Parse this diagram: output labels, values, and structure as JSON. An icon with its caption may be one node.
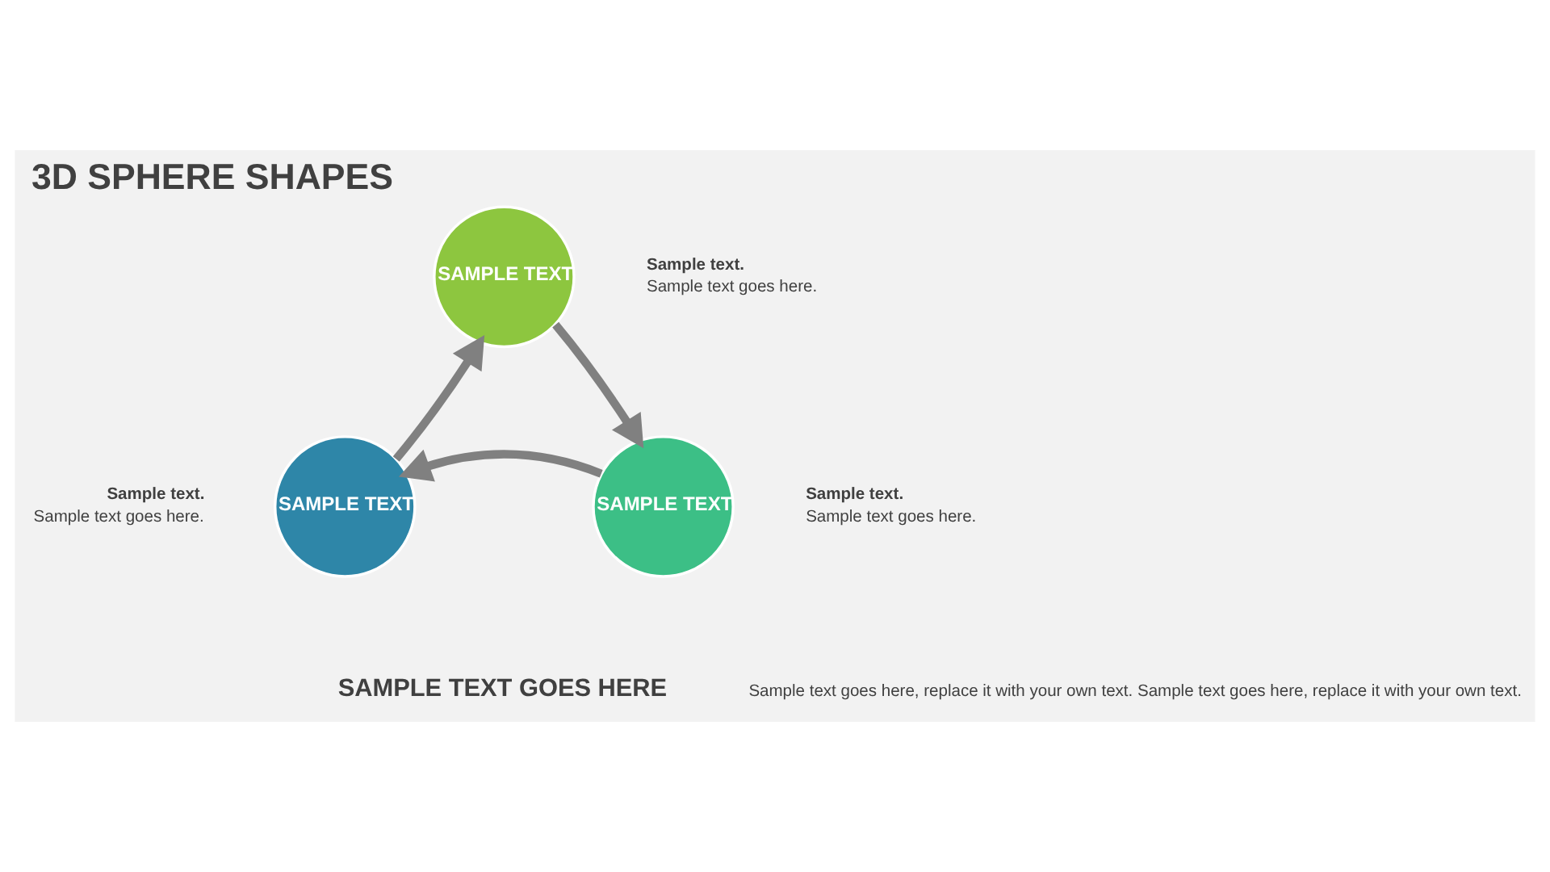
{
  "diagram": {
    "title": "3D SPHERE SHAPES",
    "nodes": [
      {
        "text": [
          "SAMPLE TEXT"
        ],
        "beside": [
          "Sample text.",
          "Sample text goes here."
        ]
      },
      {
        "text": [
          "SAMPLE TEXT"
        ],
        "beside": [
          "Sample text.",
          "Sample text goes here."
        ]
      },
      {
        "text": [
          "SAMPLE TEXT"
        ],
        "beside": [
          "Sample text.",
          "Sample text goes here."
        ]
      }
    ],
    "edges": [
      {
        "from": 0,
        "to": 2,
        "arrow": "to"
      },
      {
        "from": 2,
        "to": 1,
        "arrow": "to"
      },
      {
        "from": 1,
        "to": 0,
        "arrow": "to"
      }
    ],
    "labels": [
      "SAMPLE TEXT GOES HERE",
      "Sample text goes here, replace it with your own text. Sample text goes here, replace it with your own text."
    ]
  }
}
